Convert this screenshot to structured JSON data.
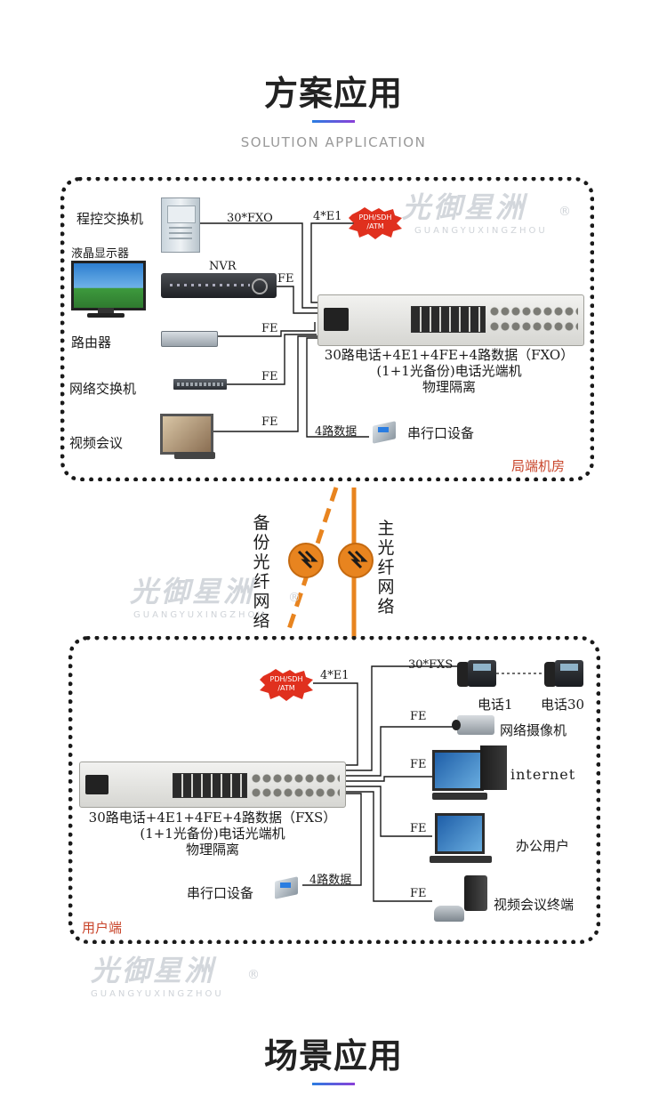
{
  "header": {
    "title": "方案应用",
    "subtitle": "SOLUTION APPLICATION"
  },
  "footer": {
    "title": "场景应用"
  },
  "watermark": {
    "brand": "光御星洲",
    "pinyin": "GUANGYUXINGZHOU",
    "mark": "®"
  },
  "top_box": {
    "label": "局端机房",
    "devices": {
      "pbx": "程控交换机",
      "lcd": "液晶显示器",
      "nvr": "NVR",
      "router": "路由器",
      "switch": "网络交换机",
      "video_conf": "视频会议",
      "serial": "串行口设备"
    },
    "links": {
      "fxo": "30*FXO",
      "e1": "4*E1",
      "fe1": "FE",
      "fe2": "FE",
      "fe3": "FE",
      "fe4": "FE",
      "data": "4路数据"
    },
    "cloud": [
      "PDH/SDH",
      "/ATM"
    ],
    "terminal": [
      "30路电话+4E1+4FE+4路数据（FXO）",
      "(1+1光备份)电话光端机",
      "物理隔离"
    ]
  },
  "fiber": {
    "backup": "备份光纤网络",
    "main": "主光纤网络"
  },
  "bottom_box": {
    "label": "用户端",
    "devices": {
      "phone1": "电话1",
      "phone30": "电话30",
      "camera": "网络摄像机",
      "internet": "internet",
      "office": "办公用户",
      "video_terminal": "视频会议终端",
      "serial": "串行口设备"
    },
    "links": {
      "fxs": "30*FXS",
      "e1": "4*E1",
      "fe1": "FE",
      "fe2": "FE",
      "fe3": "FE",
      "fe4": "FE",
      "data": "4路数据"
    },
    "cloud": [
      "PDH/SDH",
      "/ATM"
    ],
    "terminal": [
      "30路电话+4E1+4FE+4路数据（FXS）",
      "(1+1光备份)电话光端机",
      "物理隔离"
    ]
  },
  "colors": {
    "fiber_orange": "#e8841f",
    "cloud_red": "#e0301e",
    "label_red": "#c8442a",
    "accent_blue": "#2a7de1"
  }
}
